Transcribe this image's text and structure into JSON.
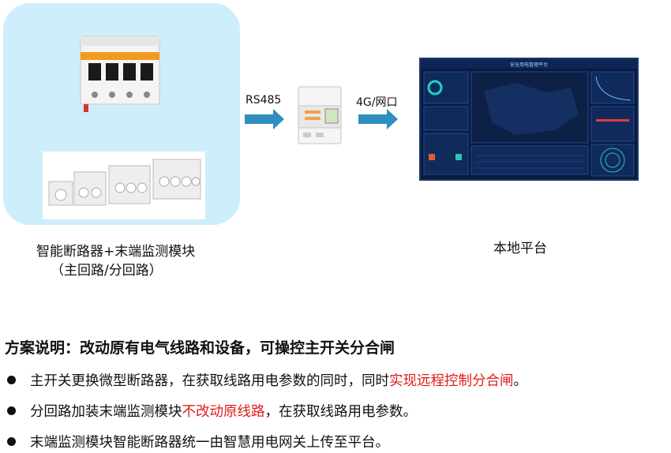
{
  "left_caption": {
    "line1": "智能断路器+末端监测模块",
    "line2": "（主回路/分回路）"
  },
  "right_caption": "本地平台",
  "arrows": {
    "first_label": "RS485",
    "second_label": "4G/网口"
  },
  "platform_title": "安全用电管理平台",
  "heading": "方案说明：改动原有电气线路和设备，可操控主开关分合闸",
  "bullets": [
    {
      "before": "主开关更换微型断路器，在获取线路用电参数的同时，同时",
      "highlight": "实现远程控制分合闸",
      "after": "。"
    },
    {
      "before": "分回路加装末端监测模块",
      "highlight": "不改动原线路",
      "after": "，在获取线路用电参数。"
    },
    {
      "before": "末端监测模块智能断路器统一由智慧用电网关上传至平台。",
      "highlight": "",
      "after": ""
    }
  ],
  "colors": {
    "panel": "#cdeefa",
    "arrow": "#2e8fc0",
    "highlight": "#e01a1a"
  }
}
